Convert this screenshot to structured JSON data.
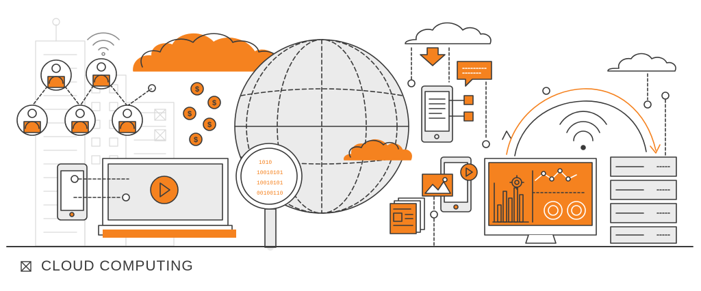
{
  "caption": {
    "text": "CLOUD COMPUTING",
    "icon": "crossed-box-icon"
  },
  "colors": {
    "accent": "#F5821F",
    "stroke": "#3a3a3a",
    "light": "#ebebeb",
    "faint": "#d9d9d9"
  },
  "coins": [
    "$",
    "$",
    "$",
    "$",
    "$"
  ],
  "binary_lines": [
    "1010",
    "10010101",
    "10010101",
    "00100110"
  ],
  "icons": [
    "person-icon",
    "wifi-icon",
    "dollar-coin-icon",
    "cloud-icon",
    "globe-icon",
    "magnifier-icon",
    "laptop-icon",
    "play-icon",
    "phone-icon",
    "tablet-icon",
    "download-arrow-icon",
    "chat-bubble-icon",
    "image-icon",
    "documents-icon",
    "monitor-icon",
    "gear-icon",
    "bar-chart-icon",
    "server-icon"
  ]
}
